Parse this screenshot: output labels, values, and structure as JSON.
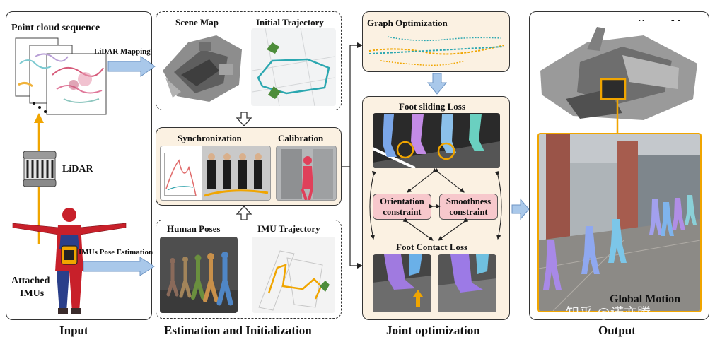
{
  "input": {
    "point_cloud_label": "Point cloud sequence",
    "lidar_mapping_label": "LiDAR Mapping",
    "lidar_label": "LiDAR",
    "imus_pose_label": "IMUs Pose Estimation",
    "attached_imus_line1": "Attached",
    "attached_imus_line2": "IMUs",
    "caption": "Input"
  },
  "estimation": {
    "scene_map_label": "Scene Map",
    "initial_trajectory_label": "Initial Trajectory",
    "synchronization_label": "Synchronization",
    "calibration_label": "Calibration",
    "human_poses_label": "Human Poses",
    "imu_trajectory_label": "IMU Trajectory",
    "caption": "Estimation and Initialization"
  },
  "joint": {
    "graph_optimization_label": "Graph Optimization",
    "foot_sliding_label": "Foot sliding Loss",
    "orientation_line1": "Orientation",
    "orientation_line2": "constraint",
    "smoothness_line1": "Smoothness",
    "smoothness_line2": "constraint",
    "foot_contact_label": "Foot Contact Loss",
    "caption": "Joint optimization"
  },
  "output": {
    "scene_map_label": "Scene Map",
    "global_motion_label": "Global Motion",
    "caption": "Output",
    "watermark": "知乎 @诺亦腾"
  },
  "colors": {
    "arrow_blue": "#a9c8ea",
    "highlight_orange": "#f0a500",
    "cream": "#fbf1e2",
    "pink": "#f7c8cc"
  }
}
